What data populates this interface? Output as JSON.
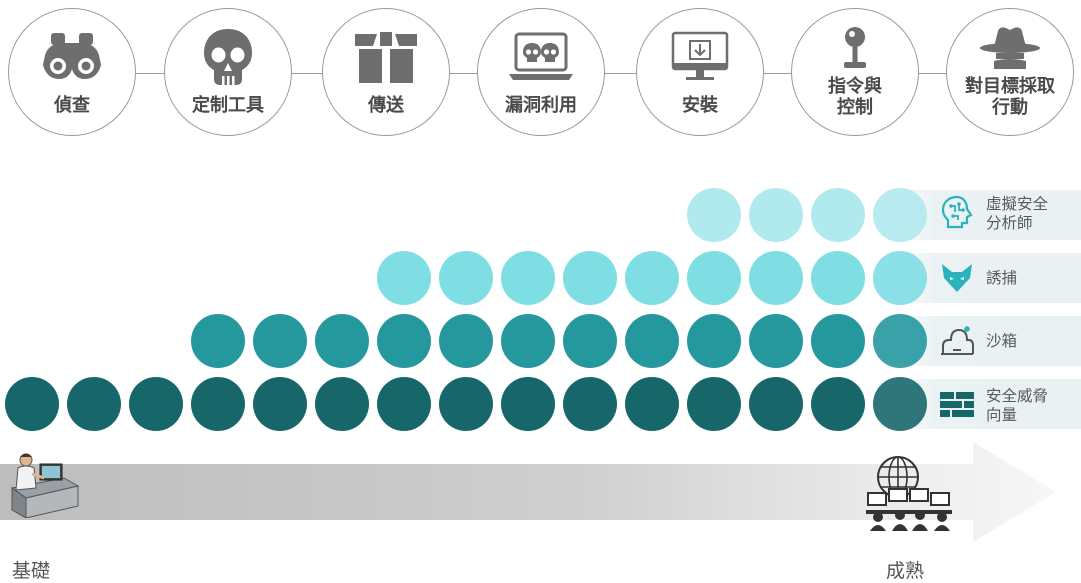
{
  "stages": [
    {
      "id": "recon",
      "label": "偵查",
      "icon": "binoculars-icon"
    },
    {
      "id": "weaponize",
      "label": "定制工具",
      "icon": "skull-icon"
    },
    {
      "id": "deliver",
      "label": "傳送",
      "icon": "package-icon"
    },
    {
      "id": "exploit",
      "label": "漏洞利用",
      "icon": "laptop-skulls-icon"
    },
    {
      "id": "install",
      "label": "安裝",
      "icon": "monitor-download-icon"
    },
    {
      "id": "c2",
      "label": "指令與\n控制",
      "icon": "joystick-icon"
    },
    {
      "id": "actions",
      "label": "對目標採取\n行動",
      "icon": "hacker-hat-icon"
    }
  ],
  "bands": [
    {
      "id": "virtual-analyst",
      "label": "虛擬安全\n分析師",
      "icon": "brain-circuit-icon",
      "color": "#b0e9ee",
      "count": 4
    },
    {
      "id": "decoy",
      "label": "誘捕",
      "icon": "fox-mask-icon",
      "color": "#7fdde4",
      "count": 9
    },
    {
      "id": "sandbox",
      "label": "沙箱",
      "icon": "sandbox-icon",
      "color": "#25989e",
      "count": 12
    },
    {
      "id": "threat-vectors",
      "label": "安全威脅\n向量",
      "icon": "firewall-brick-icon",
      "color": "#17676a",
      "count": 15
    }
  ],
  "colors": {
    "stage_border": "#9a9a9a",
    "stage_text": "#4a4a4a",
    "icon_gray": "#6e6e6e",
    "icon_teal": "#2bb3bd"
  },
  "arrow": {
    "start_label": "基礎",
    "end_label": "成熟",
    "start_icon": "analyst-workstation-icon",
    "end_icon": "global-soc-icon"
  }
}
